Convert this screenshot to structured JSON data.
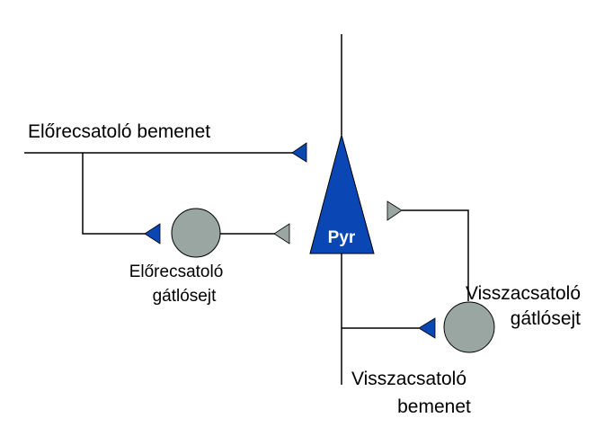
{
  "labels": {
    "feedforward_input": "Előrecsatoló bemenet",
    "feedforward_inhibitory_line1": "Előrecsatoló",
    "feedforward_inhibitory_line2": "gátlósejt",
    "feedback_inhibitory_line1": "Visszacsatoló",
    "feedback_inhibitory_line2": "gátlósejt",
    "feedback_input_line1": "Visszacsatoló",
    "feedback_input_line2": "bemenet",
    "pyramidal_cell": "Pyr"
  },
  "colors": {
    "pyramidal_fill": "#0a46b4",
    "excitatory_synapse": "#0a46b4",
    "inhibitory_synapse": "#9aa6a2",
    "interneuron_fill": "#9aa6a2",
    "wire": "#000000"
  }
}
